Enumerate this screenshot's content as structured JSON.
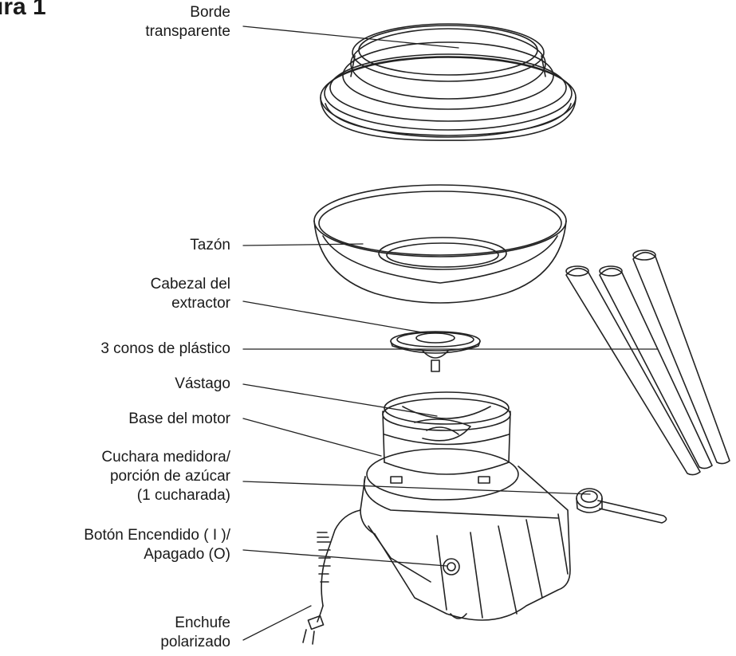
{
  "figure": {
    "title": "ura 1"
  },
  "labels": {
    "rim": {
      "line1": "Borde",
      "line2": "transparente"
    },
    "bowl": {
      "line1": "Tazón"
    },
    "head": {
      "line1": "Cabezal del",
      "line2": "extractor"
    },
    "cones": {
      "line1": "3 conos de plástico"
    },
    "spindle": {
      "line1": "Vástago"
    },
    "base": {
      "line1": "Base del motor"
    },
    "scoop": {
      "line1": "Cuchara medidora/",
      "line2": "porción de azúcar",
      "line3": "(1 cucharada)"
    },
    "switch": {
      "line1": "Botón Encendido ( I )/",
      "line2": "Apagado (O)"
    },
    "plug": {
      "line1": "Enchufe",
      "line2": "polarizado"
    }
  }
}
